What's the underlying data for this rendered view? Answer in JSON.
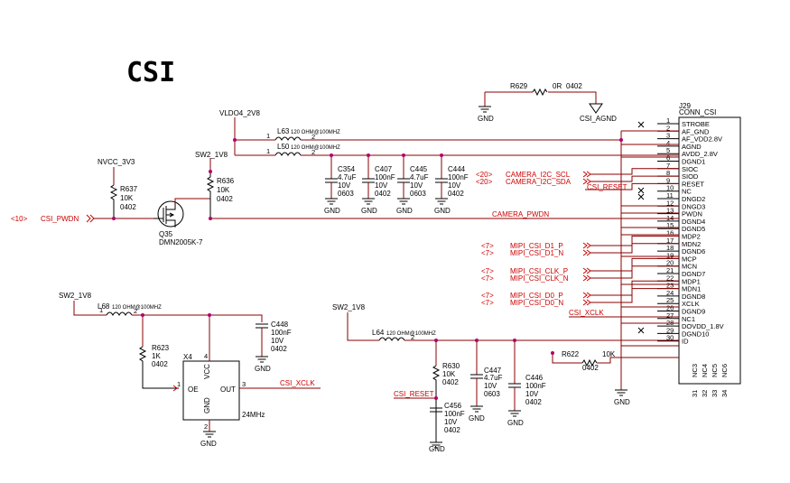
{
  "title": "CSI",
  "nets": {
    "vldo4": "VLDO4_2V8",
    "nvcc": "NVCC_3V3",
    "sw2_a": "SW2_1V8",
    "sw2_b": "SW2_1V8",
    "sw2_c": "SW2_1V8",
    "csi_pwdn": "CSI_PWDN",
    "camera_pwdn": "CAMERA_PWDN",
    "csi_agnd": "CSI_AGND",
    "csi_reset_top": "CSI_RESET",
    "csi_reset_bot": "CSI_RESET",
    "csi_xclk_out": "CSI_XCLK",
    "csi_xclk_conn": "CSI_XCLK",
    "sheet_ref_pwdn": "<10>",
    "freq": "24MHz"
  },
  "components": {
    "r629": {
      "ref": "R629",
      "value": "0R",
      "pkg": "0402"
    },
    "l63": {
      "ref": "L63",
      "value": "120 OHM@100MHZ",
      "p1": "1",
      "p2": "2"
    },
    "l50": {
      "ref": "L50",
      "value": "120 OHM@100MHZ",
      "p1": "1",
      "p2": "2"
    },
    "l68": {
      "ref": "L68",
      "value": "120 OHM@100MHZ",
      "p1": "1",
      "p2": "2"
    },
    "l64": {
      "ref": "L64",
      "value": "120 OHM@100MHZ",
      "p1": "1",
      "p2": "2"
    },
    "r637": {
      "ref": "R637",
      "value": "10K",
      "pkg": "0402"
    },
    "r636": {
      "ref": "R636",
      "value": "10K",
      "pkg": "0402"
    },
    "r623": {
      "ref": "R623",
      "value": "1K",
      "pkg": "0402"
    },
    "r630": {
      "ref": "R630",
      "value": "10K",
      "pkg": "0402"
    },
    "r622": {
      "ref": "R622",
      "value": "10K",
      "pkg": "0402"
    },
    "q35": {
      "ref": "Q35",
      "part": "DMN2005K-7"
    },
    "x4": {
      "ref": "X4",
      "oe": "OE",
      "vcc": "VCC",
      "gnd": "GND",
      "out": "OUT",
      "p1": "1",
      "p2": "2",
      "p3": "3",
      "p4": "4"
    },
    "c354": {
      "ref": "C354",
      "value": "4.7uF",
      "volt": "10V",
      "pkg": "0603"
    },
    "c407": {
      "ref": "C407",
      "value": "100nF",
      "volt": "10V",
      "pkg": "0402"
    },
    "c445": {
      "ref": "C445",
      "value": "4.7uF",
      "volt": "10V",
      "pkg": "0603"
    },
    "c444": {
      "ref": "C444",
      "value": "100nF",
      "volt": "10V",
      "pkg": "0402"
    },
    "c448": {
      "ref": "C448",
      "value": "100nF",
      "volt": "10V",
      "pkg": "0402"
    },
    "c447": {
      "ref": "C447",
      "value": "4.7uF",
      "volt": "10V",
      "pkg": "0603"
    },
    "c446": {
      "ref": "C446",
      "value": "100nF",
      "volt": "10V",
      "pkg": "0402"
    },
    "c456": {
      "ref": "C456",
      "value": "100nF",
      "volt": "10V",
      "pkg": "0402"
    }
  },
  "gnd_label": "GND",
  "connector": {
    "ref": "J29",
    "name": "CONN_CSI",
    "pins": [
      {
        "num": "1",
        "name": "STROBE"
      },
      {
        "num": "2",
        "name": "AF_GND"
      },
      {
        "num": "3",
        "name": "AF_VDD2.8V"
      },
      {
        "num": "4",
        "name": "AGND"
      },
      {
        "num": "5",
        "name": "AVDD_2.8V"
      },
      {
        "num": "6",
        "name": "DGND1"
      },
      {
        "num": "7",
        "name": "SIOC"
      },
      {
        "num": "8",
        "name": "SIOD"
      },
      {
        "num": "9",
        "name": "RESET"
      },
      {
        "num": "10",
        "name": "NC"
      },
      {
        "num": "11",
        "name": "DNGD2"
      },
      {
        "num": "12",
        "name": "DNGD3"
      },
      {
        "num": "13",
        "name": "PWDN"
      },
      {
        "num": "14",
        "name": "DGND4"
      },
      {
        "num": "15",
        "name": "DGND5"
      },
      {
        "num": "16",
        "name": "MDP2"
      },
      {
        "num": "17",
        "name": "MDN2"
      },
      {
        "num": "18",
        "name": "DGND6"
      },
      {
        "num": "19",
        "name": "MCP"
      },
      {
        "num": "20",
        "name": "MCN"
      },
      {
        "num": "21",
        "name": "DGND7"
      },
      {
        "num": "22",
        "name": "MDP1"
      },
      {
        "num": "23",
        "name": "MDN1"
      },
      {
        "num": "24",
        "name": "DGND8"
      },
      {
        "num": "25",
        "name": "XCLK"
      },
      {
        "num": "26",
        "name": "DGND9"
      },
      {
        "num": "27",
        "name": "NC1"
      },
      {
        "num": "28",
        "name": "DOVDD_1.8V"
      },
      {
        "num": "29",
        "name": "DGND10"
      },
      {
        "num": "30",
        "name": "ID"
      }
    ],
    "bottom_pins": [
      {
        "num": "31",
        "name": "NC3"
      },
      {
        "num": "32",
        "name": "NC4"
      },
      {
        "num": "33",
        "name": "NC5"
      },
      {
        "num": "34",
        "name": "NC6"
      }
    ]
  },
  "signals": [
    {
      "ref": "<20>",
      "name": "CAMERA_I2C_SCL"
    },
    {
      "ref": "<20>",
      "name": "CAMERA_I2C_SDA"
    },
    {
      "ref": "",
      "name": "CSI_RESET"
    },
    {
      "ref": "<7>",
      "name": "MIPI_CSI_D1_P"
    },
    {
      "ref": "<7>",
      "name": "MIPI_CSI_D1_N"
    },
    {
      "ref": "<7>",
      "name": "MIPI_CSI_CLK_P"
    },
    {
      "ref": "<7>",
      "name": "MIPI_CSI_CLK_N"
    },
    {
      "ref": "<7>",
      "name": "MIPI_CSI_D0_P"
    },
    {
      "ref": "<7>",
      "name": "MIPI_CSI_D0_N"
    }
  ],
  "colors": {
    "wire": "#8b0000",
    "signal": "#cc0000",
    "junction": "#b0006b"
  }
}
